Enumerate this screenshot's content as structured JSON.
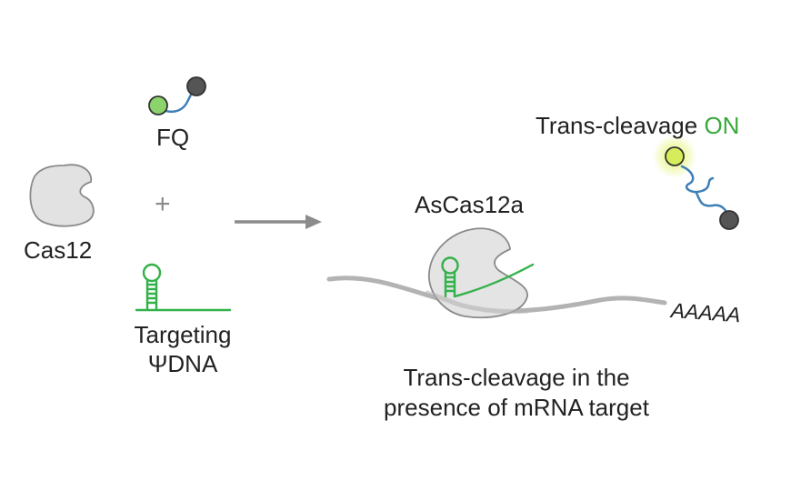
{
  "reagents": {
    "reporter_label": "FQ",
    "enzyme_label": "Cas12",
    "plus_sign": "+",
    "guide_label_line1": "Targeting",
    "guide_label_line2": "ΨDNA"
  },
  "result": {
    "complex_label": "AsCas12a",
    "polya_label": "AAAAA",
    "status_prefix": "Trans-cleavage ",
    "status_value": "ON",
    "caption_line1": "Trans-cleavage in the",
    "caption_line2": "presence of mRNA target"
  },
  "colors": {
    "protein_fill": "#e2e2e2",
    "protein_stroke": "#8a8a8a",
    "guide_green": "#33b14a",
    "fluorophore_green": "#8bd36a",
    "fluorophore_lit": "#d6ec5a",
    "quencher_gray": "#555555",
    "linker_blue": "#3f7fb8",
    "mrna_gray": "#b3b3b3",
    "arrow_gray": "#8c8c8c",
    "on_green": "#3aa93a"
  },
  "icons": {
    "enzyme": "cas12-pacman-icon",
    "reporter": "fq-reporter-icon",
    "guide": "hairpin-guide-icon",
    "arrow": "right-arrow-icon"
  }
}
